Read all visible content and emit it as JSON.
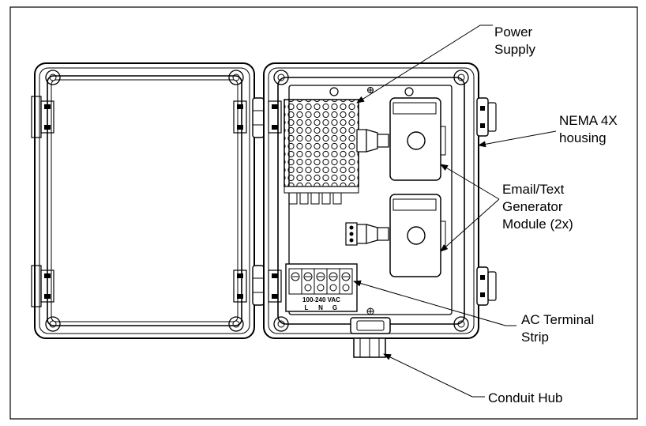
{
  "labels": {
    "power_supply": [
      "Power",
      "Supply"
    ],
    "housing": [
      "NEMA 4X",
      "housing"
    ],
    "generator": [
      "Email/Text",
      "Generator",
      "Module (2x)"
    ],
    "ac_strip": [
      "AC Terminal",
      "Strip"
    ],
    "conduit": [
      "Conduit Hub"
    ]
  },
  "terminal_strip": {
    "voltage": "100-240 VAC",
    "terminals": [
      "L",
      "N",
      "G"
    ]
  }
}
